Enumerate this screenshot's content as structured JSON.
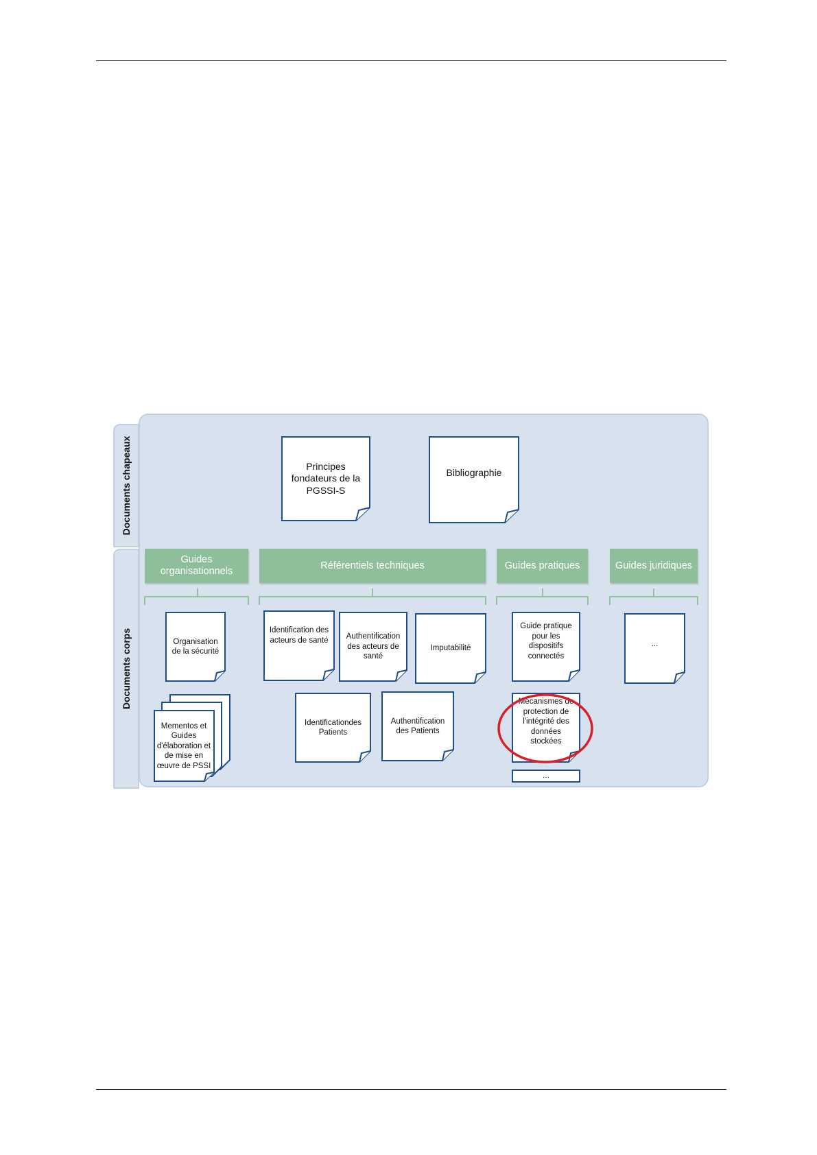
{
  "side_tabs": {
    "top": "Documents chapeaux",
    "bottom": "Documents corps"
  },
  "top_documents": {
    "principes": "Principes fondateurs de la PGSSI-S",
    "bibliographie": "Bibliographie"
  },
  "headers": {
    "organisationnels": "Guides organisationnels",
    "referentiels": "Référentiels techniques",
    "pratiques": "Guides pratiques",
    "juridiques": "Guides juridiques"
  },
  "documents": {
    "organisation_securite": "Organisation de la sécurité",
    "mementos": "Mementos et Guides d'élaboration et de mise en œuvre de PSSI",
    "identification_acteurs": "Identification des acteurs de santé",
    "authentification_acteurs": "Authentification des acteurs de santé",
    "imputabilite": "Imputabilité",
    "identification_patients": "Identificationdes Patients",
    "authentification_patients": "Authentification des Patients",
    "guide_dispositifs": "Guide pratique pour les dispositifs connectés",
    "mecanismes_protection": "Mécanismes de protection de l'intégrité des données stockées",
    "pratiques_more": "...",
    "juridiques_more": "..."
  },
  "colors": {
    "panel": "#d8e2ef",
    "header_green": "#8fbf9a",
    "doc_border": "#1e4d8a",
    "highlight_circle": "#d6202a"
  }
}
